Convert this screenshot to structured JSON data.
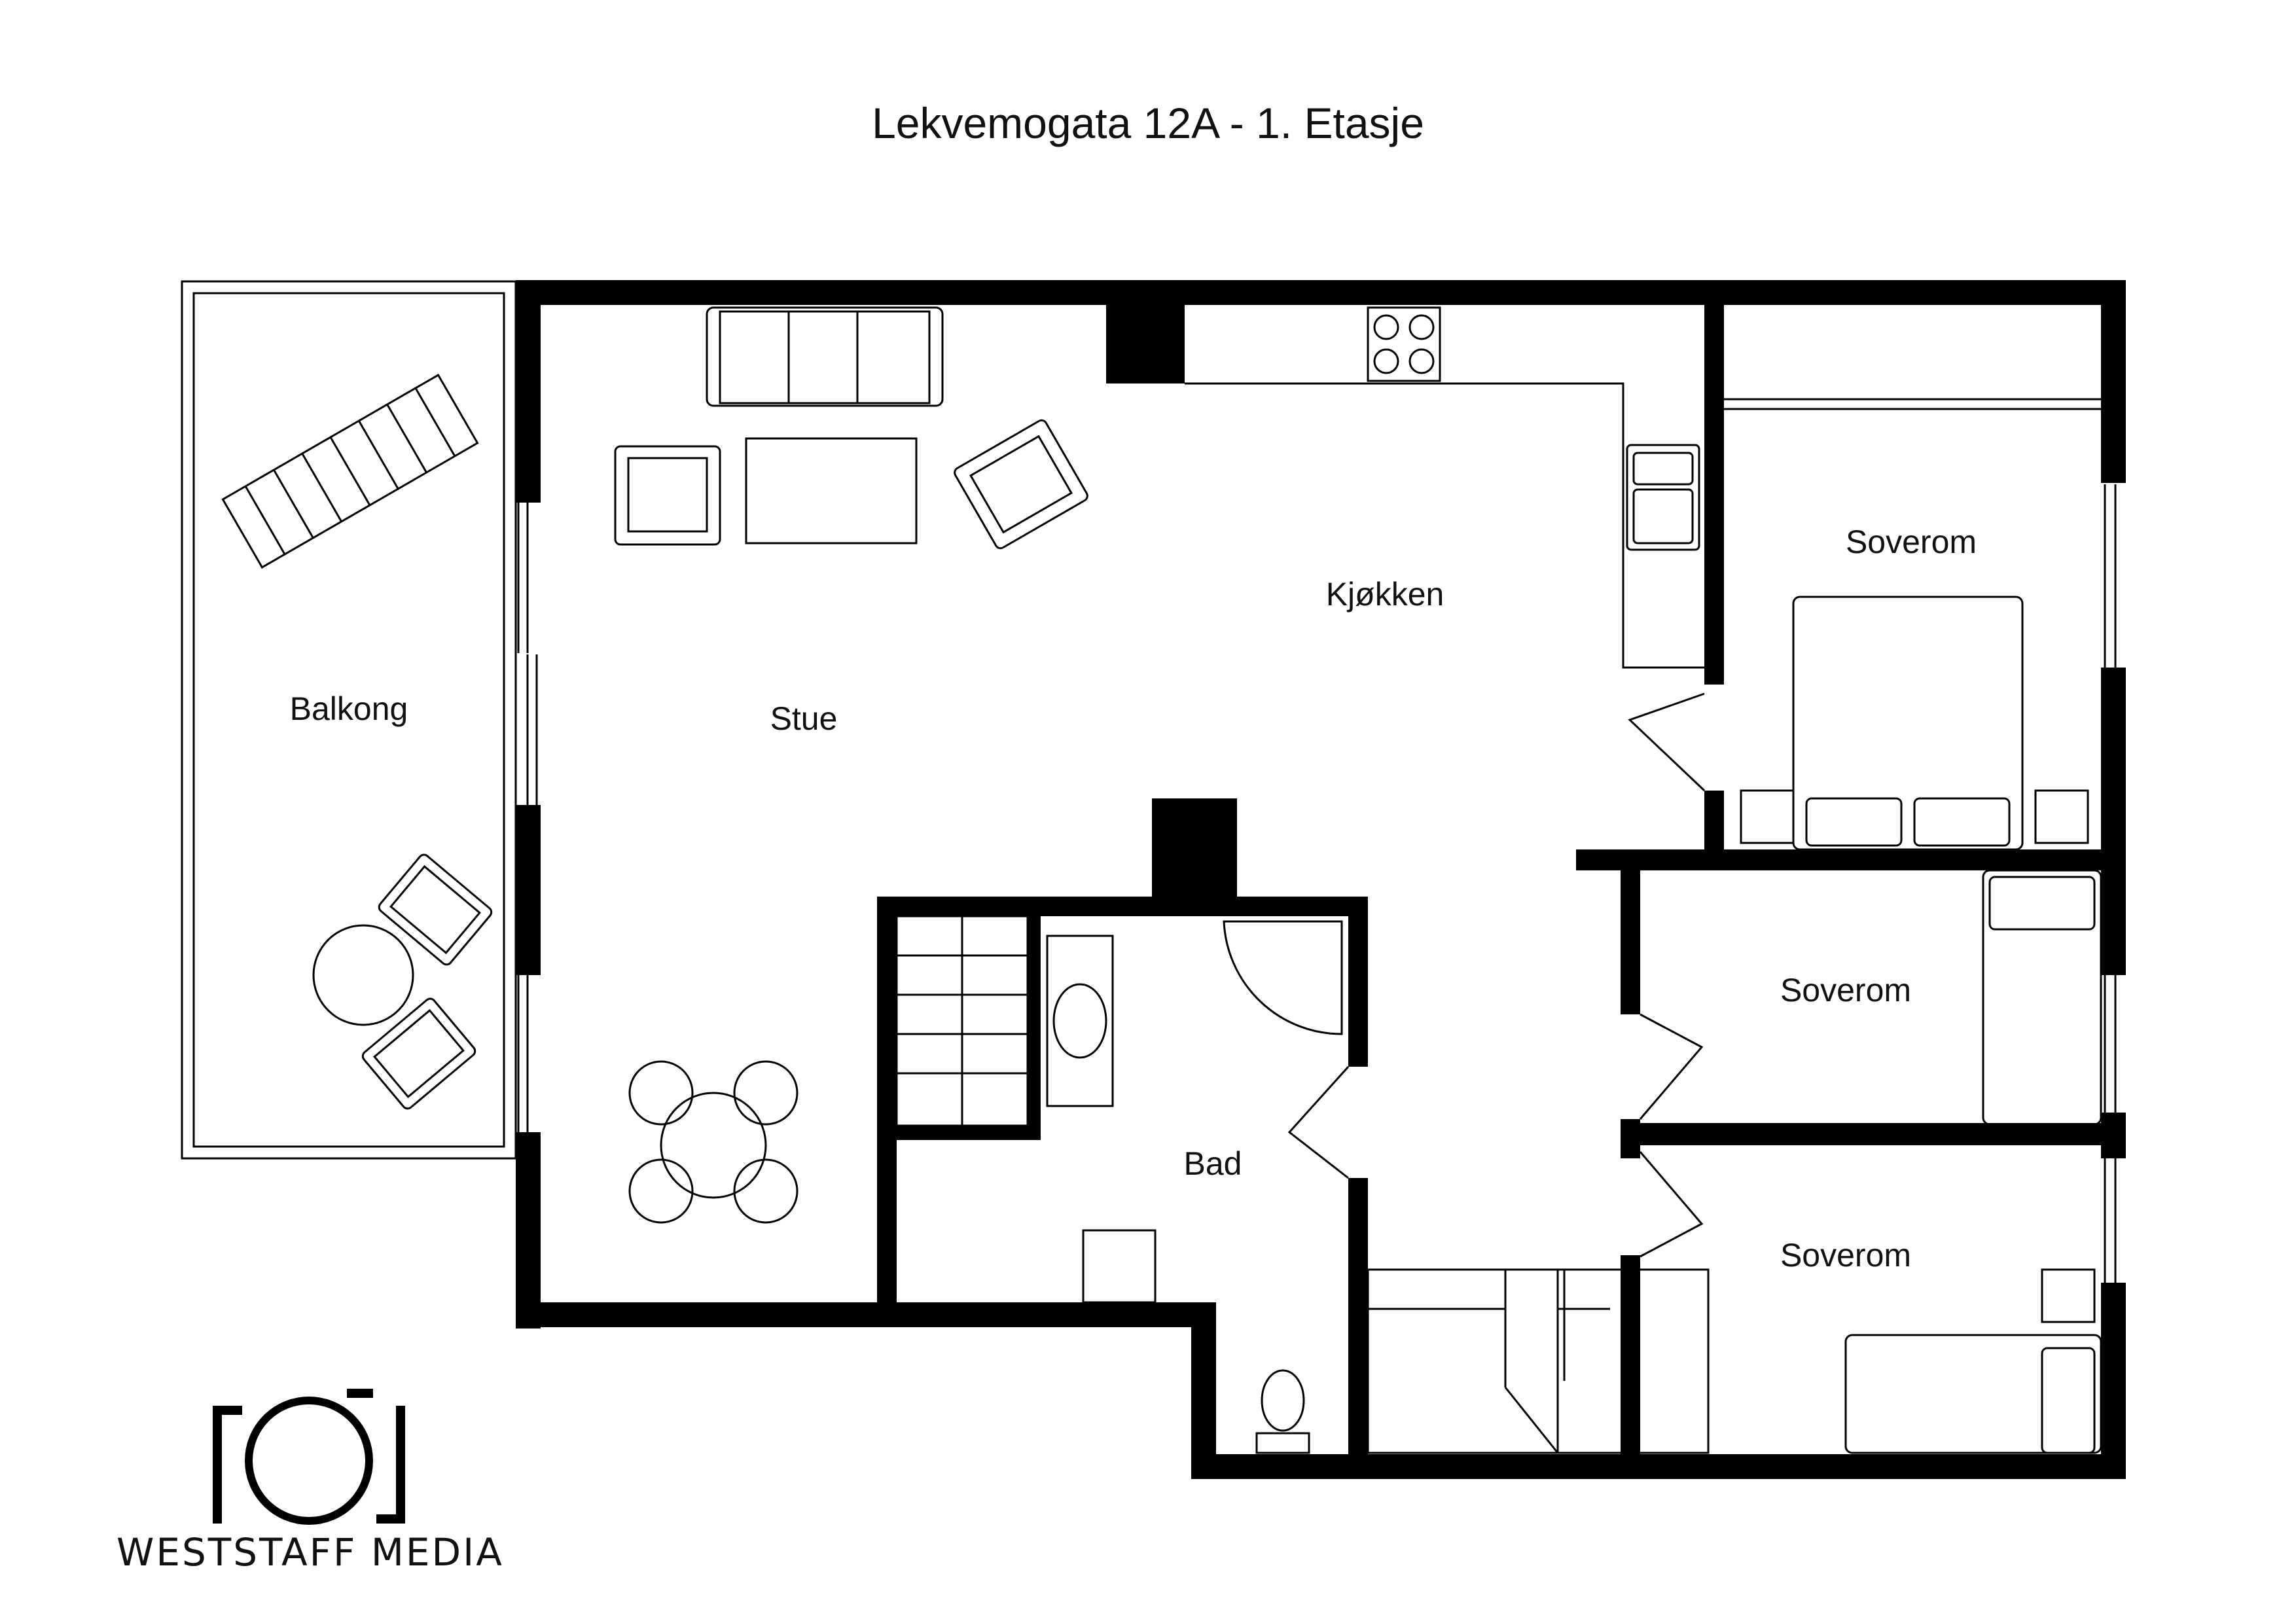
{
  "title": "Lekvemogata 12A - 1. Etasje",
  "rooms": {
    "balkong": "Balkong",
    "stue": "Stue",
    "kjokken": "Kjøkken",
    "soverom_1": "Soverom",
    "soverom_2": "Soverom",
    "soverom_3": "Soverom",
    "bad": "Bad"
  },
  "brand": {
    "name": "WESTSTAFF MEDIA",
    "logo_icon": "camera-frame-icon"
  },
  "colors": {
    "wall": "#000000",
    "line": "#000000",
    "background": "#ffffff"
  }
}
